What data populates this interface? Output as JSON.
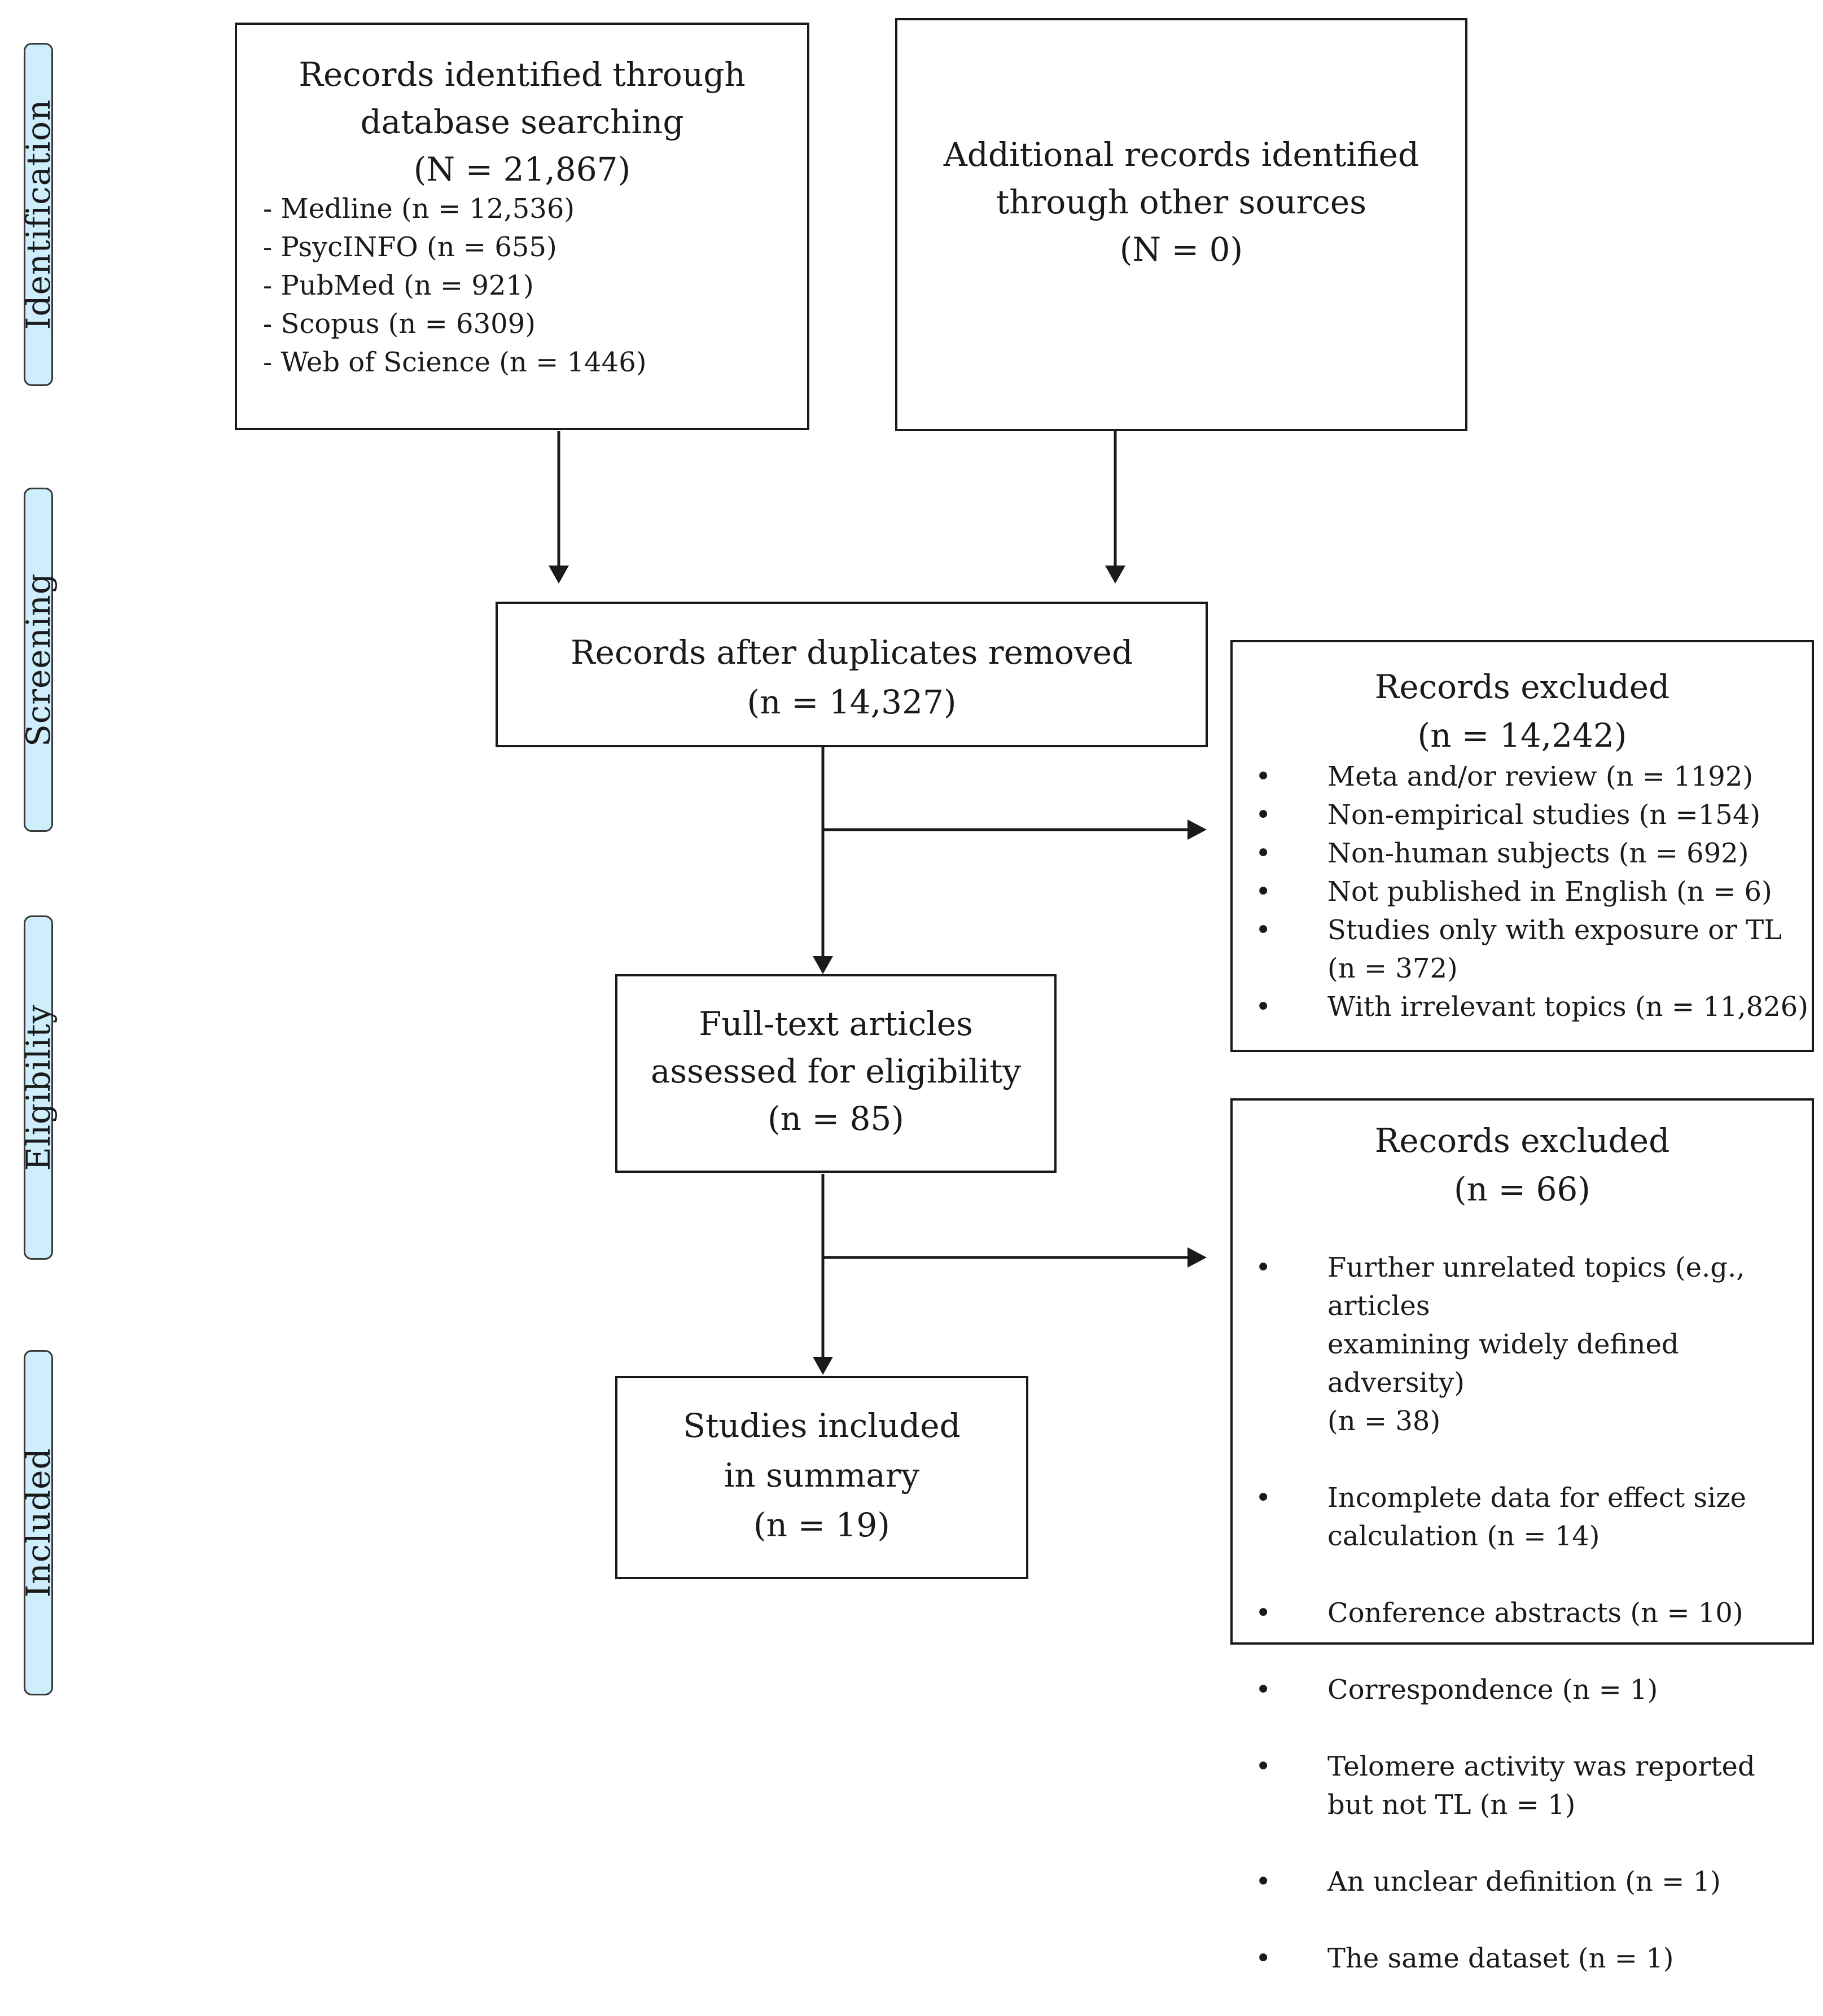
{
  "stages": [
    "Identification",
    "Screening",
    "Eligibility",
    "Included"
  ],
  "identification": {
    "db": {
      "title_line1": "Records identified through",
      "title_line2": "database searching",
      "total": "(N = 21,867)",
      "sources": [
        "Medline (n = 12,536)",
        "PsycINFO (n = 655)",
        "PubMed (n = 921)",
        "Scopus (n = 6309)",
        "Web of Science (n = 1446)"
      ]
    },
    "other": {
      "line1": "Additional records identified",
      "line2": "through other sources",
      "total": "(N = 0)"
    }
  },
  "screening": {
    "after_dup_line1": "Records after duplicates removed",
    "after_dup_count": "(n = 14,327)",
    "excluded_title": "Records excluded",
    "excluded_count": "(n = 14,242)",
    "excluded_items": [
      "Meta and/or review (n = 1192)",
      "Non-empirical studies (n =154)",
      "Non-human subjects (n = 692)",
      "Not published in English (n = 6)",
      "Studies only with exposure or TL\n(n = 372)",
      "With irrelevant topics (n = 11,826)"
    ]
  },
  "eligibility": {
    "line1": "Full-text articles",
    "line2": "assessed for eligibility",
    "count": "(n = 85)",
    "excluded_title": "Records excluded",
    "excluded_count": "(n = 66)",
    "excluded_items": [
      "Further unrelated topics (e.g., articles\nexamining widely defined adversity)\n(n = 38)",
      "Incomplete data for effect size\ncalculation (n = 14)",
      "Conference abstracts (n = 10)",
      "Correspondence (n = 1)",
      "Telomere activity was reported\nbut not TL (n = 1)",
      "An unclear definition (n = 1)",
      "The same dataset (n = 1)"
    ]
  },
  "included": {
    "line1": "Studies included",
    "line2": "in summary",
    "count": "(n = 19)"
  }
}
